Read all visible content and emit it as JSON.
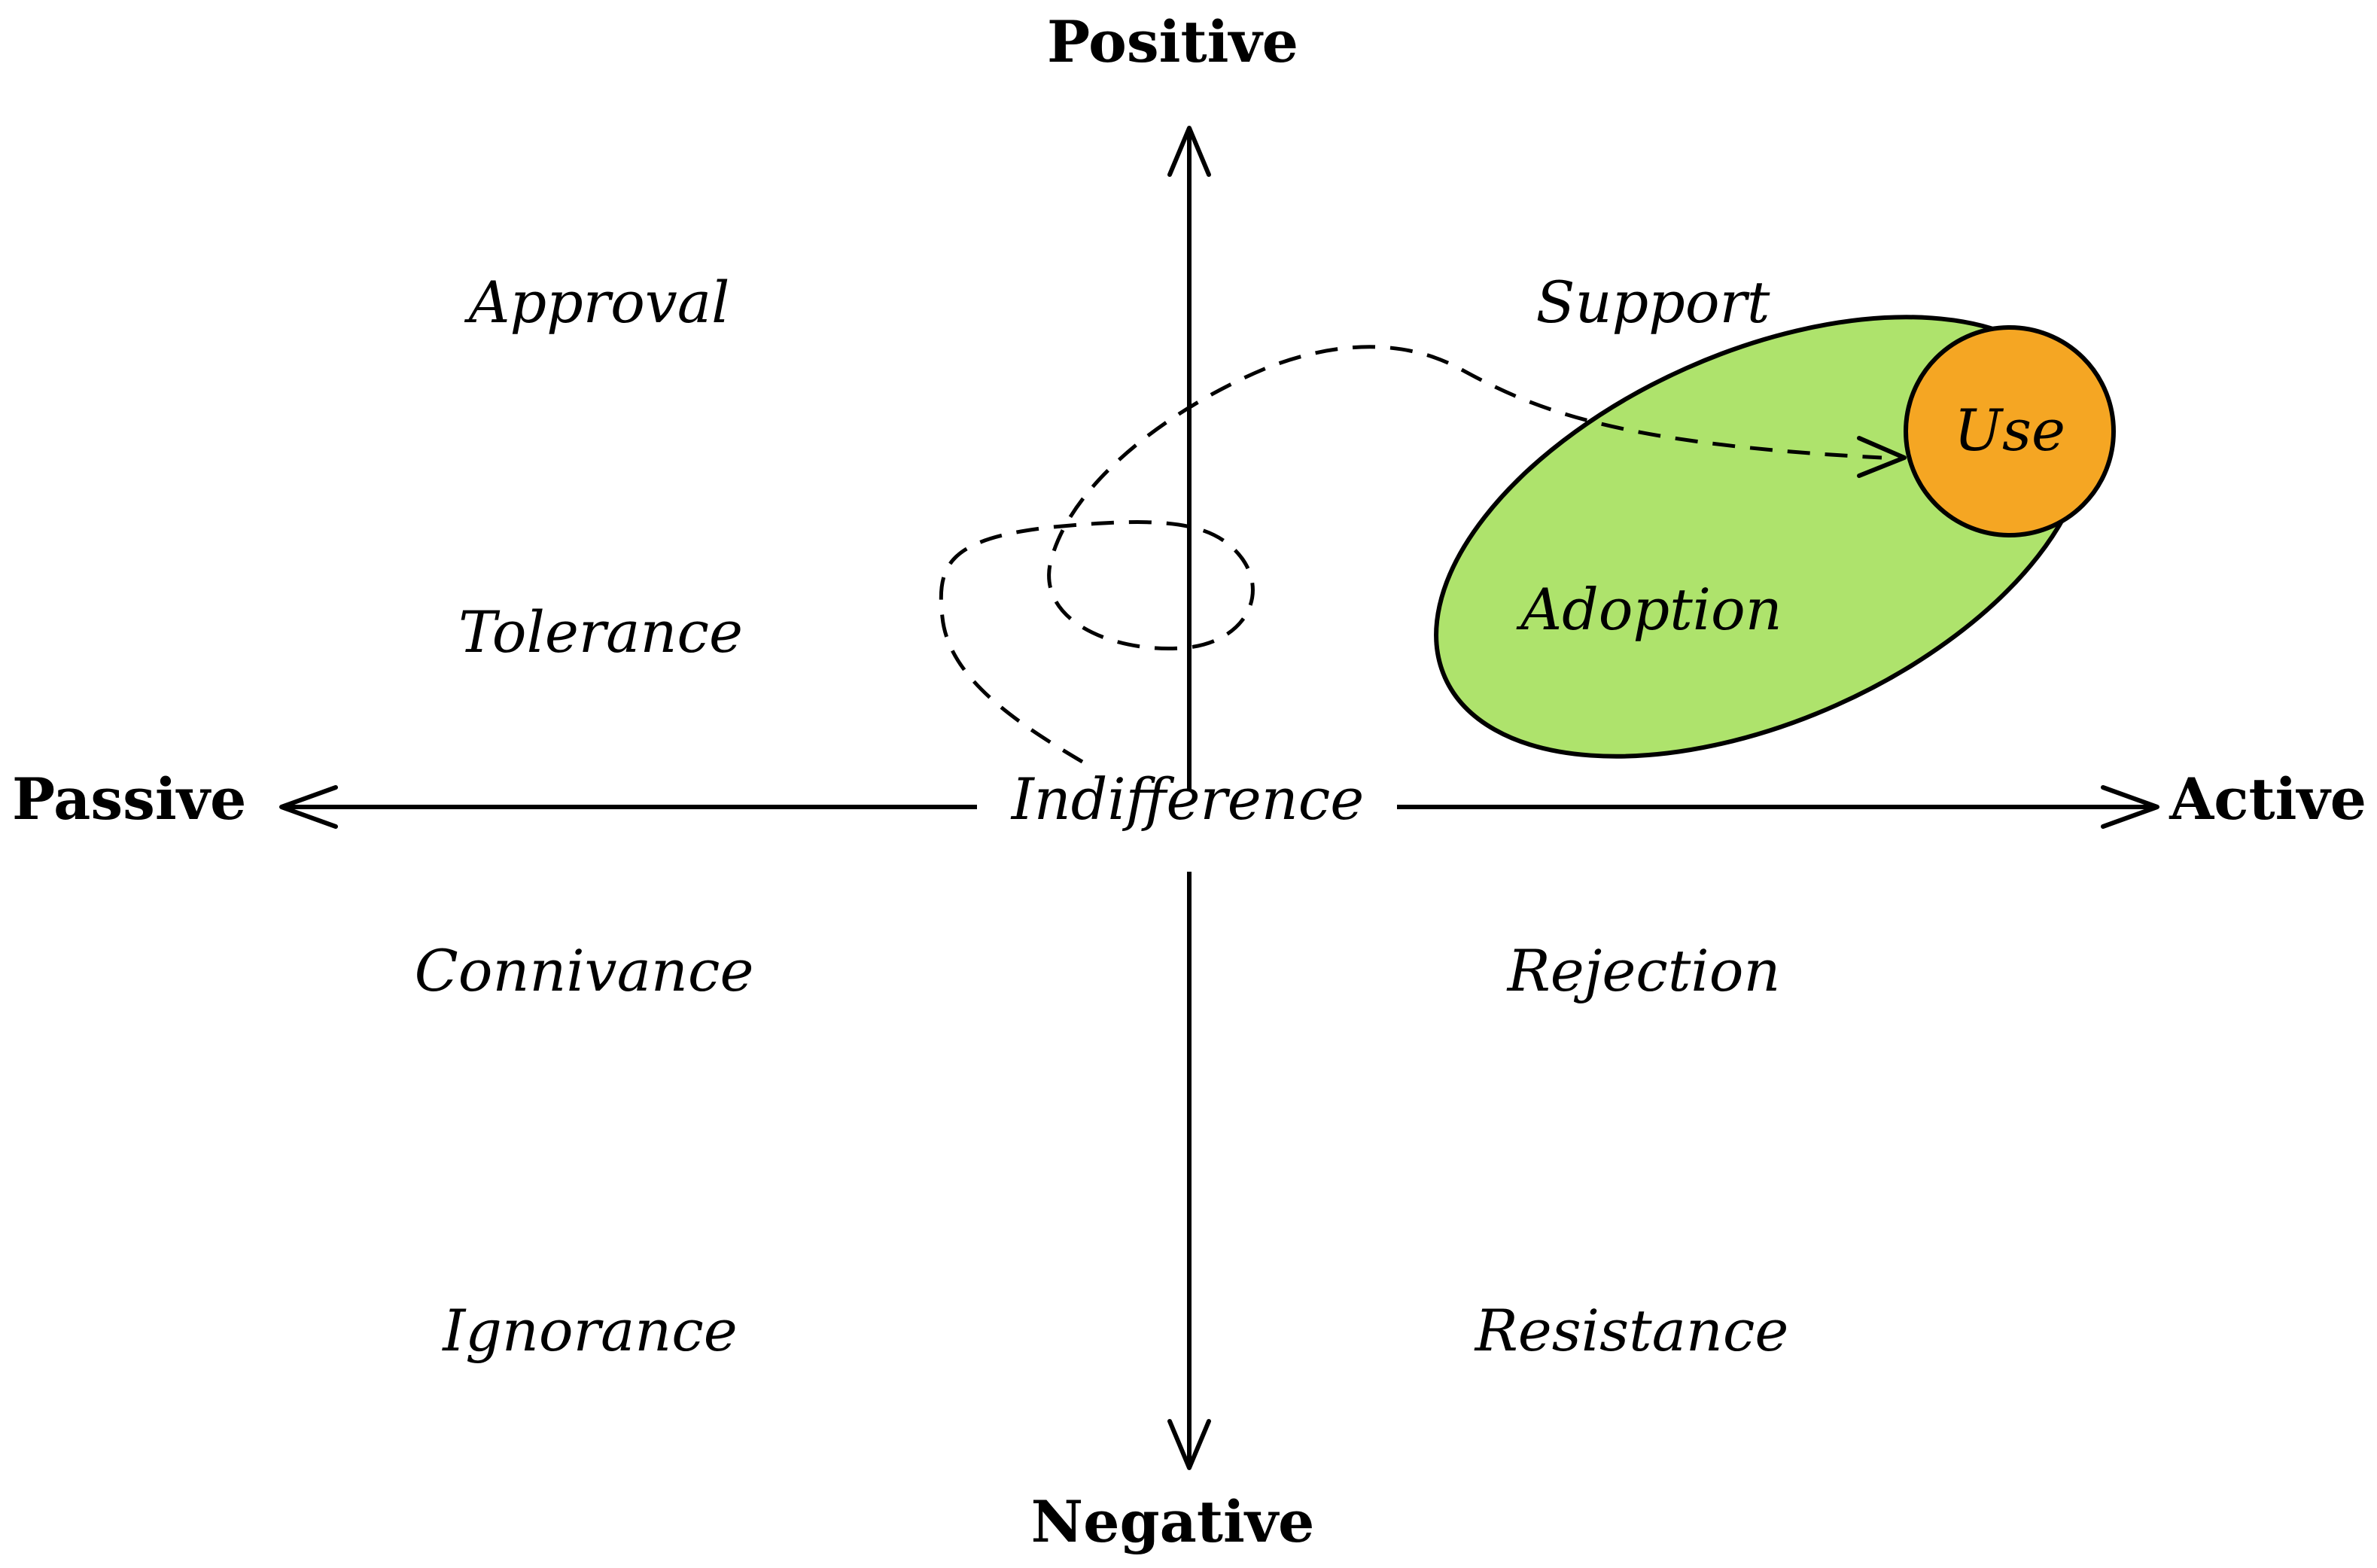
{
  "axes": {
    "top": "Positive",
    "bottom": "Negative",
    "left": "Passive",
    "right": "Active"
  },
  "states": {
    "approval": "Approval",
    "support": "Support",
    "tolerance": "Tolerance",
    "adoption": "Adoption",
    "use": "Use",
    "indifference": "Indifference",
    "connivance": "Connivance",
    "rejection": "Rejection",
    "ignorance": "Ignorance",
    "resistance": "Resistance"
  },
  "colors": {
    "adoption_fill": "#aee36c",
    "use_fill": "#f5a623",
    "stroke": "#000000"
  }
}
